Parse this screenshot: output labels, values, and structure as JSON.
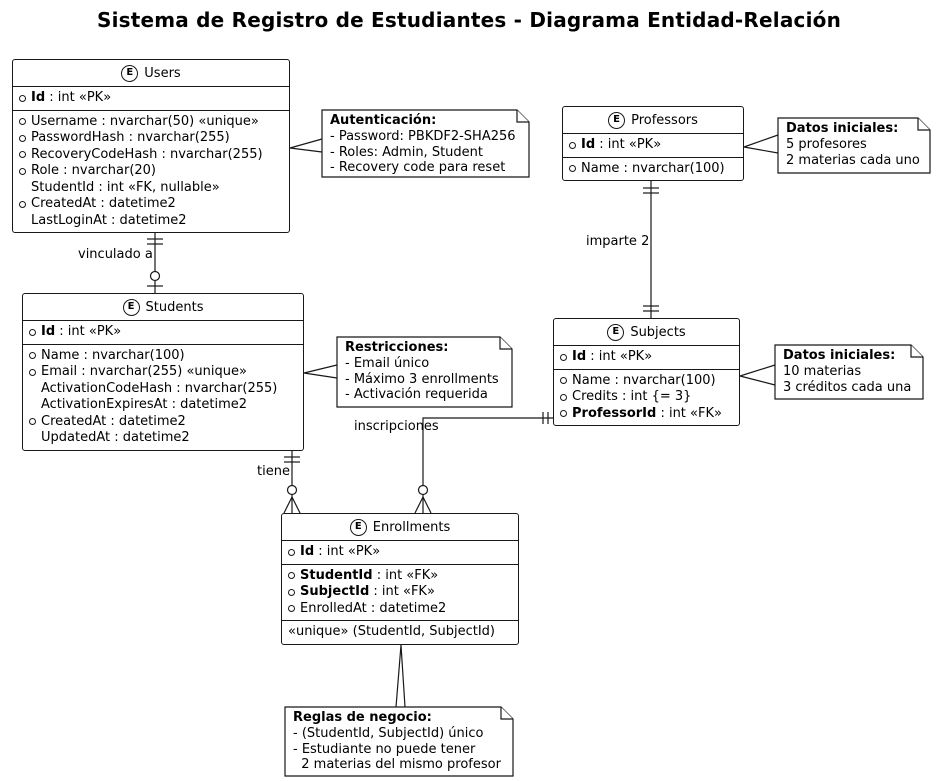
{
  "title": "Sistema de Registro de Estudiantes - Diagrama Entidad-Relación",
  "colors": {
    "line": "#181818",
    "text": "#000000",
    "background": "#ffffff"
  },
  "entities": {
    "users": {
      "name": "Users",
      "icon": "E",
      "sections": [
        [
          {
            "c": 1,
            "b": "Id",
            "t": " : int «PK»"
          }
        ],
        [
          {
            "c": 1,
            "t": "Username : nvarchar(50) «unique»"
          },
          {
            "c": 1,
            "t": "PasswordHash : nvarchar(255)"
          },
          {
            "c": 1,
            "t": "RecoveryCodeHash : nvarchar(255)"
          },
          {
            "c": 1,
            "t": "Role : nvarchar(20)"
          },
          {
            "c": 0,
            "t": "StudentId : int «FK, nullable»"
          },
          {
            "c": 1,
            "t": "CreatedAt : datetime2"
          },
          {
            "c": 0,
            "t": "LastLoginAt : datetime2"
          }
        ]
      ]
    },
    "professors": {
      "name": "Professors",
      "icon": "E",
      "sections": [
        [
          {
            "c": 1,
            "b": "Id",
            "t": " : int «PK»"
          }
        ],
        [
          {
            "c": 1,
            "t": "Name : nvarchar(100)"
          }
        ]
      ]
    },
    "students": {
      "name": "Students",
      "icon": "E",
      "sections": [
        [
          {
            "c": 1,
            "b": "Id",
            "t": " : int «PK»"
          }
        ],
        [
          {
            "c": 1,
            "t": "Name : nvarchar(100)"
          },
          {
            "c": 1,
            "t": "Email : nvarchar(255) «unique»"
          },
          {
            "c": 0,
            "t": "ActivationCodeHash : nvarchar(255)"
          },
          {
            "c": 0,
            "t": "ActivationExpiresAt : datetime2"
          },
          {
            "c": 1,
            "t": "CreatedAt : datetime2"
          },
          {
            "c": 0,
            "t": "UpdatedAt : datetime2"
          }
        ]
      ]
    },
    "subjects": {
      "name": "Subjects",
      "icon": "E",
      "sections": [
        [
          {
            "c": 1,
            "b": "Id",
            "t": " : int «PK»"
          }
        ],
        [
          {
            "c": 1,
            "t": "Name : nvarchar(100)"
          },
          {
            "c": 1,
            "t": "Credits : int {= 3}"
          },
          {
            "c": 1,
            "b": "ProfessorId",
            "t": " : int «FK»"
          }
        ]
      ]
    },
    "enrollments": {
      "name": "Enrollments",
      "icon": "E",
      "sections": [
        [
          {
            "c": 1,
            "b": "Id",
            "t": " : int «PK»"
          }
        ],
        [
          {
            "c": 1,
            "b": "StudentId",
            "t": " : int «FK»"
          },
          {
            "c": 1,
            "b": "SubjectId",
            "t": " : int «FK»"
          },
          {
            "c": 1,
            "t": "EnrolledAt : datetime2"
          }
        ],
        [
          {
            "c": 0,
            "f": 1,
            "t": "«unique» (StudentId, SubjectId)"
          }
        ]
      ]
    }
  },
  "notes": {
    "auth": {
      "title": "Autenticación:",
      "lines": [
        "- Password: PBKDF2-SHA256",
        "- Roles: Admin, Student",
        "- Recovery code para reset"
      ]
    },
    "prof_data": {
      "title": "Datos iniciales:",
      "lines": [
        "5 profesores",
        "2 materias cada uno"
      ]
    },
    "restrictions": {
      "title": "Restricciones:",
      "lines": [
        "- Email único",
        "- Máximo 3 enrollments",
        "- Activación requerida"
      ]
    },
    "subj_data": {
      "title": "Datos iniciales:",
      "lines": [
        "10 materias",
        "3 créditos cada una"
      ]
    },
    "rules": {
      "title": "Reglas de negocio:",
      "lines": [
        "- (StudentId, SubjectId) único",
        "- Estudiante no puede tener",
        "  2 materias del mismo profesor"
      ]
    }
  },
  "relationships": {
    "users_students": {
      "label": "vinculado a",
      "cardinality": "exactly-one to zero-or-one"
    },
    "professors_subjects": {
      "label": "imparte 2",
      "cardinality": "exactly-one to exactly-one"
    },
    "students_enrollments": {
      "label": "tiene",
      "cardinality": "exactly-one to zero-or-many"
    },
    "subjects_enrollments": {
      "label": "inscripciones",
      "cardinality": "exactly-one to zero-or-many"
    }
  }
}
